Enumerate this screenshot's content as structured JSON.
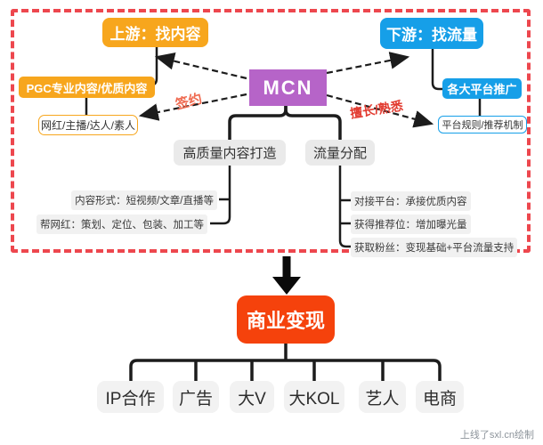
{
  "nodes": {
    "upstream": "上游：找内容",
    "downstream": "下游：找流量",
    "mcn": "MCN",
    "pgc": "PGC专业内容/优质内容",
    "influencers": "网红/主播/达人/素人",
    "platform_promo": "各大平台推广",
    "platform_rules": "平台规则/推荐机制",
    "content_creation": "高质量内容打造",
    "traffic_distribution": "流量分配",
    "monetization": "商业变现"
  },
  "edge_labels": {
    "sign": "签约",
    "expertise": "擅长/熟悉"
  },
  "content_items": [
    "内容形式：短视频/文章/直播等",
    "帮网红：策划、定位、包装、加工等"
  ],
  "traffic_items": [
    "对接平台：承接优质内容",
    "获得推荐位：增加曝光量",
    "获取粉丝：变现基础+平台流量支持"
  ],
  "channels": [
    "IP合作",
    "广告",
    "大V",
    "大KOL",
    "艺人",
    "电商"
  ],
  "watermark": "上线了sxl.cn绘制",
  "colors": {
    "orange": "#F7A61D",
    "blue": "#169FE8",
    "purple": "#B664C8",
    "monetize_red": "#F5420C",
    "frame_red": "#ED474E",
    "sign_label": "#EF6A50",
    "expertise_label": "#E23B30",
    "line": "#1c1c1c"
  }
}
